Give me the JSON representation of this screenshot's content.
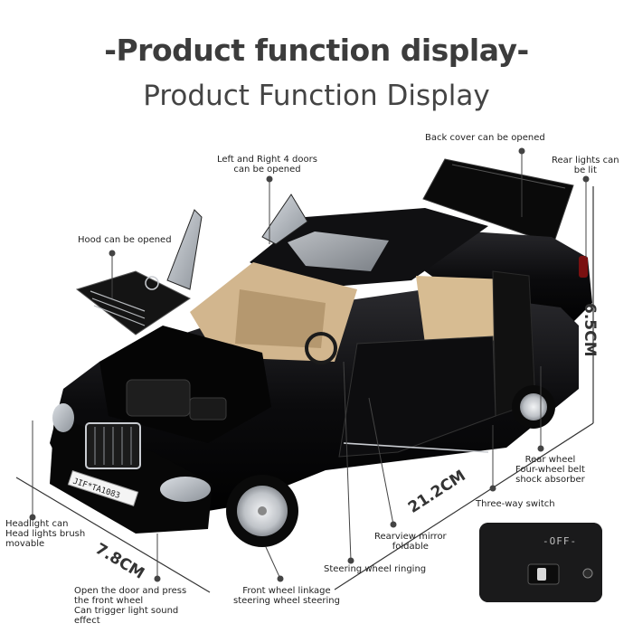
{
  "header": {
    "title": "-Product function display-",
    "subtitle": "Product Function Display"
  },
  "labels": {
    "back_cover": "Back cover can be opened",
    "doors_line1": "Left and Right 4 doors",
    "doors_line2": "can be opened",
    "rear_lights_line1": "Rear lights can",
    "rear_lights_line2": "be lit",
    "hood": "Hood can be opened",
    "rear_wheel_line1": "Rear wheel",
    "rear_wheel_line2": "Four-wheel belt",
    "rear_wheel_line3": "shock absorber",
    "three_way_switch": "Three-way switch",
    "headlight_line1": "Headlight can",
    "headlight_line2": "Head lights brush",
    "headlight_line3": "movable",
    "rearview_line1": "Rearview mirror",
    "rearview_line2": "foldable",
    "steering_ringing": "Steering wheel ringing",
    "front_wheel_line1": "Front wheel linkage",
    "front_wheel_line2": "steering wheel steering",
    "open_door_line1": "Open the door and press",
    "open_door_line2": "the front wheel",
    "open_door_line3": "Can trigger light sound",
    "open_door_line4": "effect"
  },
  "dimensions": {
    "height": "6.5CM",
    "length": "21.2CM",
    "width": "7.8CM"
  },
  "license_plate": "JIF*TA1083",
  "switch_marking": "-OFF-",
  "colors": {
    "car_body": "#0b0b0d",
    "interior": "#c8ab84",
    "chrome": "#c9ccd1",
    "leader_line": "#444444"
  }
}
